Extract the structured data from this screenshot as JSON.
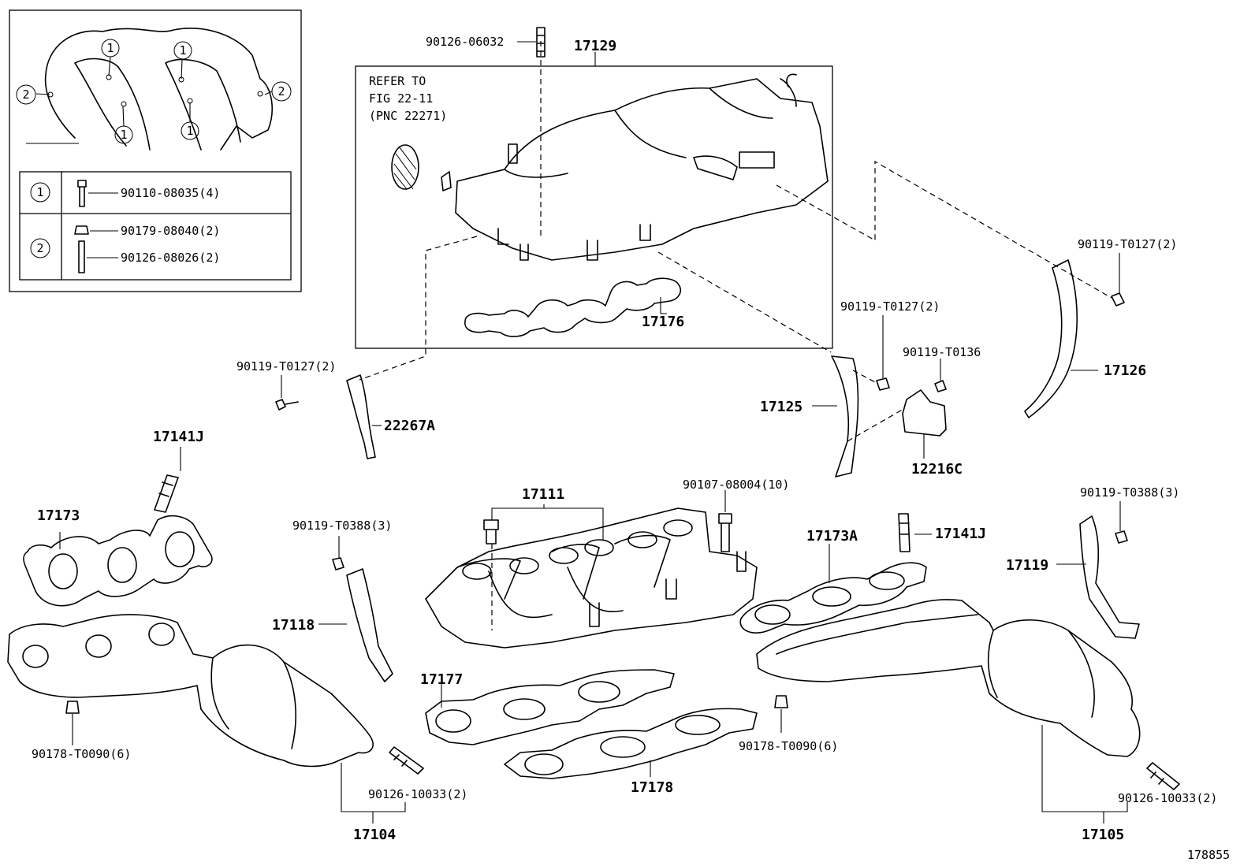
{
  "callouts": {
    "c1": "1",
    "c2": "2",
    "bolt_1": "90110-08035(4)",
    "nut_2": "90179-08040(2)",
    "stud_2": "90126-08026(2)"
  },
  "refer": {
    "line1": "REFER TO",
    "line2": "FIG 22-11",
    "line3": "(PNC 22271)"
  },
  "parts": {
    "p90126_06032": "90126-06032",
    "p17129": "17129",
    "p17176": "17176",
    "p90119_T0127_a": "90119-T0127(2)",
    "p90119_T0127_b": "90119-T0127(2)",
    "p90119_T0127_c": "90119-T0127(2)",
    "p90119_T0136": "90119-T0136",
    "p17126": "17126",
    "p17125": "17125",
    "p12216C": "12216C",
    "p22267A": "22267A",
    "p17141J_a": "17141J",
    "p17141J_b": "17141J",
    "p17173": "17173",
    "p17173A": "17173A",
    "p17111": "17111",
    "p90107_08004": "90107-08004(10)",
    "p90119_T0388_a": "90119-T0388(3)",
    "p90119_T0388_b": "90119-T0388(3)",
    "p17118": "17118",
    "p17119": "17119",
    "p17177": "17177",
    "p17178": "17178",
    "p90178_T0090_a": "90178-T0090(6)",
    "p90178_T0090_b": "90178-T0090(6)",
    "p90126_10033_a": "90126-10033(2)",
    "p90126_10033_b": "90126-10033(2)",
    "p17104": "17104",
    "p17105": "17105",
    "figure_no": "178855"
  }
}
